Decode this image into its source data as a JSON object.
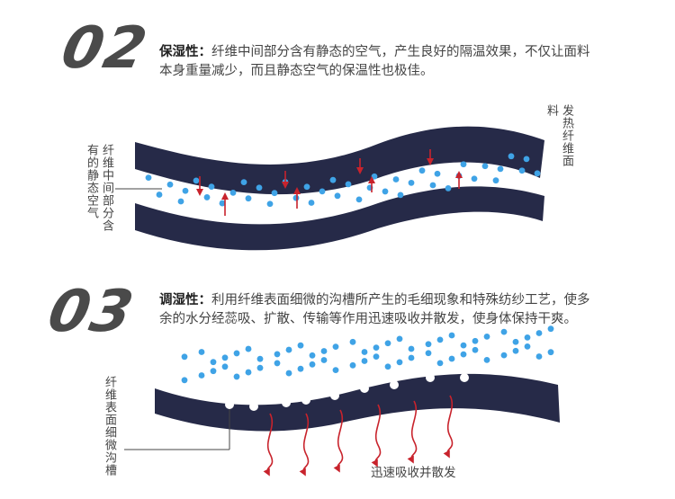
{
  "section02": {
    "number": "02",
    "heading": "保湿性：",
    "text": "纤维中间部分含有静态的空气，产生良好的隔温效果，不仅让面料本身重量减少，而且静态空气的保温性也极佳。",
    "label_fabric": "发热纤维面料",
    "label_air": "纤维中间部分含有的静态空气"
  },
  "section03": {
    "number": "03",
    "heading": "调湿性：",
    "text": "利用纤维表面细微的沟槽所产生的毛细现象和特殊纺纱工艺，使多余的水分经蕊吸、扩散、传输等作用迅速吸收并散发，使身体保持干爽。",
    "label_groove": "纤维表面细微沟槽",
    "label_disperse": "迅速吸收并散发"
  },
  "colors": {
    "fabric": "#262a48",
    "dots": "#3fa3e6",
    "arrows": "#c8232c",
    "number": "#4a4a4a"
  }
}
